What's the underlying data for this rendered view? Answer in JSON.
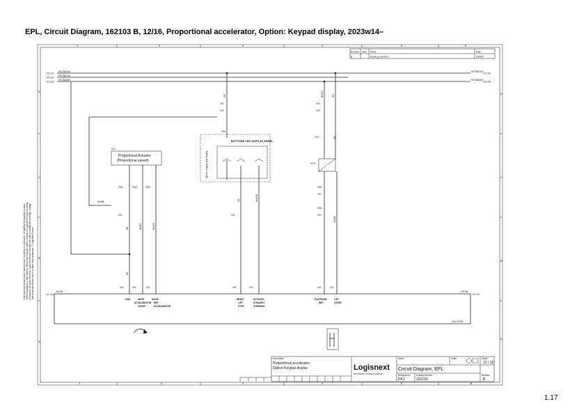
{
  "page": {
    "title": "EPL, Circuit Diagram, 162103 B, 12/16, Proportional accelerator, Option: Keypad display, 2023w14–",
    "page_number": "1.17"
  },
  "sidenote": {
    "lines": [
      "Any unlicensed distribution, reproduction, reprinting or publication, or making this drawing or parts",
      "thereof available to third parties, without the express written consent of Logisnext Europe, is strictly",
      "prohibited. All rights reserved. Logisnext Europe reserves the right to modify the drawings, change",
      "specifications without notice or have them withdrawn. © Logisnext Europe"
    ]
  },
  "frame": {
    "columns": [
      "1",
      "2",
      "3",
      "4",
      "5",
      "6"
    ],
    "rows": [
      "D",
      "C",
      "B",
      "A"
    ]
  },
  "revision_table": {
    "headers": [
      "Revision",
      "Date",
      "Name",
      "Date"
    ],
    "row": [
      "B",
      "",
      "Drawing correction",
      "230403"
    ]
  },
  "rails": {
    "top": [
      {
        "left_ref": "/15.10",
        "name": "+ECM24V",
        "right_ref": "/19.10"
      },
      {
        "left_ref": "/15.10",
        "name": "+ECM24V",
        "right_ref": ""
      },
      {
        "left_ref": "/15.10",
        "name": "+ECM48V",
        "right_ref": "/19.10"
      }
    ],
    "bottom": {
      "left_ref": "/11.10",
      "name": "-ECM",
      "right_ref": "/19.10"
    },
    "bottom_label": "EV/VCM"
  },
  "components": {
    "actuator": {
      "id": "S3",
      "line1": "Proportional Actuator",
      "line2": "(Proportional speed)"
    },
    "panel": {
      "id": "X5A",
      "title": "BUTTONS LED DISPLAY PANEL",
      "vertical_label": "Option: Keypad and Display"
    },
    "converter": {
      "id": "S70"
    },
    "harness_tag": "2A/M"
  },
  "connectors": [
    {
      "pin": "XC1",
      "line1": "GND",
      "line2": "",
      "line3": ""
    },
    {
      "pin": "XC1",
      "line1": "AIN7P",
      "line2": "ACCELERATOR",
      "line3": "LEVER"
    },
    {
      "pin": "XC1",
      "line1": "AIN7B",
      "line2": "REF-",
      "line3": "ACCELERATOR"
    },
    {
      "pin": "XC1",
      "line1": "RESET",
      "line2": "LIFT",
      "line3": "STOP"
    },
    {
      "pin": "XC1",
      "line1": "ACTIVATE",
      "line2": "STRAIGHT",
      "line3": "STEERING"
    },
    {
      "pin": "XC2",
      "line1": "PLATFORM",
      "line2": "REF-",
      "line3": ""
    },
    {
      "pin": "XC2",
      "line1": "LIFT",
      "line2": "LEVER",
      "line3": ""
    }
  ],
  "wire_labels": [
    "BK",
    "WH",
    "GN",
    "BK/RD",
    "BK/GN",
    "WH/GN",
    "BN",
    "GN/BK",
    "OG"
  ],
  "pin_labels": [
    "XS1",
    "XS2",
    "X01",
    "PIN1",
    "PIN2",
    "PIN3",
    "XS4",
    "XS6",
    "XS7",
    "XS8"
  ],
  "title_block": {
    "description_label": "Description",
    "description_line1": "Proportional accelerator",
    "description_line2": "Option Keypad display",
    "company": "Logisnext",
    "company_sub": "MITSUBISHI LOGISNEXT EUROPE",
    "name_label": "Name",
    "doc_title": "Circuit Diagram, EPL",
    "designed_label": "Designed by",
    "designer": "DKJ",
    "drawing_label": "Drawing number",
    "drawing_number": "162103",
    "scale_label": "Scale",
    "scale_value": "-",
    "sheet_label": "Sheet",
    "sheet_value": "12 / 16",
    "revision_label": "Revision",
    "revision_value": "B"
  }
}
